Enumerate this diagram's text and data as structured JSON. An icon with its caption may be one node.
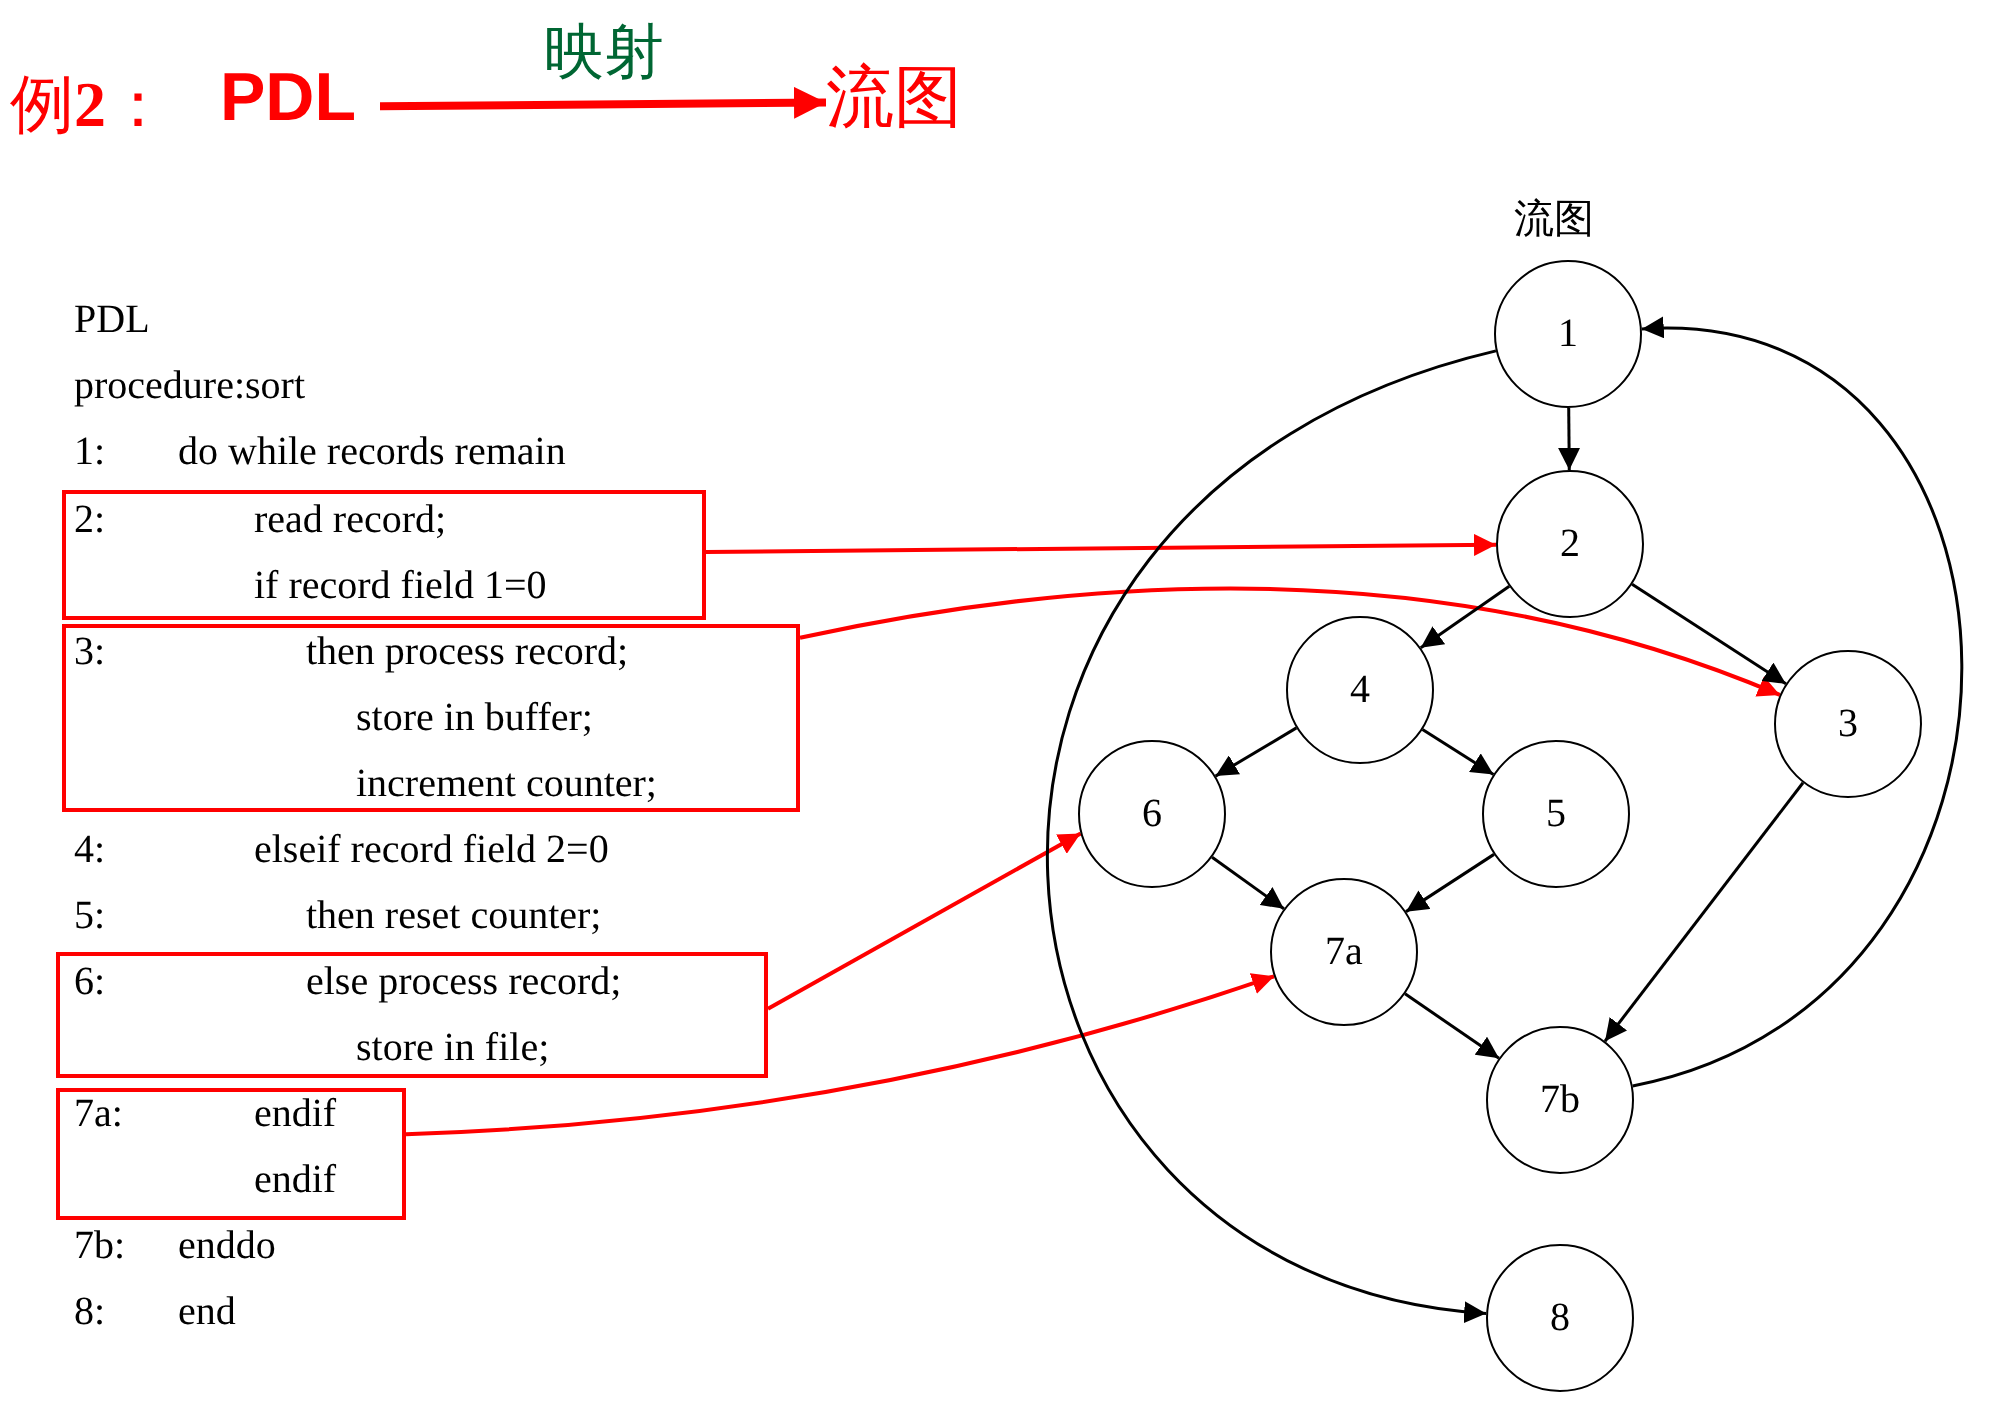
{
  "diagram": {
    "nodes": [
      {
        "text": [
          "PDL"
        ]
      },
      {
        "text": [
          "流图"
        ]
      },
      {
        "text": [
          "2:",
          "read record;",
          "if record field 1=0"
        ]
      },
      {
        "text": [
          "3:",
          "then process record;",
          "store in buffer;",
          "increment counter;"
        ]
      },
      {
        "text": [
          "6:",
          "else process record;",
          "store in file;"
        ]
      },
      {
        "text": [
          "7a:",
          "endif",
          "endif"
        ]
      },
      {
        "text": [
          "1"
        ]
      },
      {
        "text": [
          "2"
        ]
      },
      {
        "text": [
          "4"
        ]
      },
      {
        "text": [
          "3"
        ]
      },
      {
        "text": [
          "6"
        ]
      },
      {
        "text": [
          "5"
        ]
      },
      {
        "text": [
          "7a"
        ]
      },
      {
        "text": [
          "7b"
        ]
      },
      {
        "text": [
          "8"
        ]
      }
    ],
    "edges": [
      {
        "from": 0,
        "to": 1,
        "arrow": "to",
        "label": "映射",
        "style": "thick",
        "color": "#ff0000"
      },
      {
        "from": 2,
        "to": 7,
        "arrow": "to",
        "color": "#ff0000"
      },
      {
        "from": 3,
        "to": 9,
        "arrow": "to",
        "color": "#ff0000"
      },
      {
        "from": 4,
        "to": 10,
        "arrow": "to",
        "color": "#ff0000"
      },
      {
        "from": 5,
        "to": 12,
        "arrow": "to",
        "color": "#ff0000"
      },
      {
        "from": 6,
        "to": 7,
        "arrow": "to"
      },
      {
        "from": 7,
        "to": 8,
        "arrow": "to"
      },
      {
        "from": 7,
        "to": 9,
        "arrow": "to"
      },
      {
        "from": 8,
        "to": 10,
        "arrow": "to"
      },
      {
        "from": 8,
        "to": 11,
        "arrow": "to"
      },
      {
        "from": 10,
        "to": 12,
        "arrow": "to"
      },
      {
        "from": 11,
        "to": 12,
        "arrow": "to"
      },
      {
        "from": 12,
        "to": 13,
        "arrow": "to"
      },
      {
        "from": 9,
        "to": 13,
        "arrow": "to"
      },
      {
        "from": 13,
        "to": 6,
        "arrow": "to"
      },
      {
        "from": 6,
        "to": 14,
        "arrow": "to"
      }
    ],
    "labels": [
      "例**2**：",
      "流图",
      "PDL",
      "procedure:sort",
      "1:",
      "do while records remain",
      "4:",
      "elseif record field 2=0",
      "5:",
      "then reset counter;",
      "7b:",
      "enddo",
      "8:",
      "end"
    ]
  }
}
